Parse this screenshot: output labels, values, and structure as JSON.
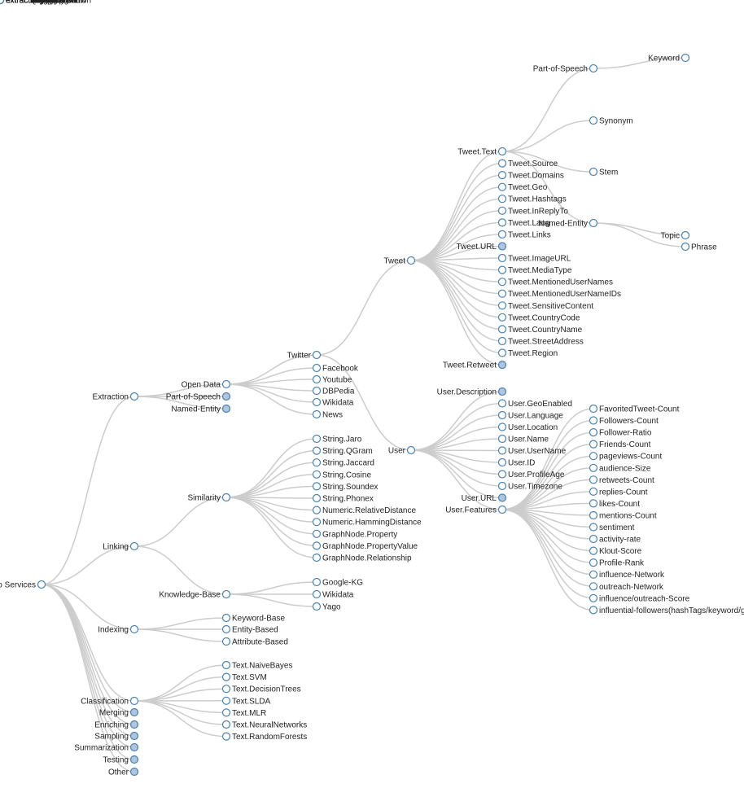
{
  "colors": {
    "link": "#cccccc",
    "node_stroke": "#4682b4",
    "collapsed_fill": "#b0c4de",
    "leaf_fill": "#ffffff"
  },
  "tree": {
    "name": "Micro Services",
    "children": [
      {
        "name": "Extraction",
        "children": [
          {
            "name": "Open Data",
            "children": [
              {
                "name": "Twitter",
                "children": [
                  {
                    "name": "Tweet",
                    "children": [
                      {
                        "name": "Tweet.Text",
                        "children": [
                          {
                            "name": "Part-of-Speech",
                            "children": [
                              {
                                "name": "Keyword",
                                "children": [
                                  {
                                    "name": "extractParagraph"
                                  },
                                  {
                                    "name": "extractSentence"
                                  },
                                  {
                                    "name": "extractVerb"
                                  },
                                  {
                                    "name": "extractNoun"
                                  },
                                  {
                                    "name": "extractAdjective"
                                  },
                                  {
                                    "name": "extractAdverb"
                                  },
                                  {
                                    "name": "extractPhrase"
                                  },
                                  {
                                    "name": "extractConcept"
                                  },
                                  {
                                    "name": "extractQuotation"
                                  }
                                ]
                              }
                            ]
                          },
                          {
                            "name": "Synonym"
                          },
                          {
                            "name": "Stem"
                          },
                          {
                            "name": "Named-Entity",
                            "children": [
                              {
                                "name": "Topic",
                                "children": [
                                  {
                                    "name": "extractPerson"
                                  },
                                  {
                                    "name": "extractCity"
                                  },
                                  {
                                    "name": "extractCompany"
                                  },
                                  {
                                    "name": "extractContinent"
                                  },
                                  {
                                    "name": "extractCountry"
                                  },
                                  {
                                    "name": "extractDrug"
                                  },
                                  {
                                    "name": "extractMovie"
                                  },
                                  {
                                    "name": "extractOrganization"
                                  },
                                  {
                                    "name": "extractProduct"
                                  },
                                  {
                                    "name": "extractRadioProgram"
                                  },
                                  {
                                    "name": "extractRadioStation"
                                  },
                                  {
                                    "name": "extractState"
                                  },
                                  {
                                    "name": "extractTelevisionShow"
                                  },
                                  {
                                    "name": "extractTelevisionStation"
                                  },
                                  {
                                    "name": "extractMoney"
                                  }
                                ]
                              },
                              {
                                "name": "Phrase"
                              }
                            ]
                          }
                        ]
                      },
                      {
                        "name": "Tweet.Source"
                      },
                      {
                        "name": "Tweet.Domains"
                      },
                      {
                        "name": "Tweet.Geo"
                      },
                      {
                        "name": "Tweet.Hashtags"
                      },
                      {
                        "name": "Tweet.InReplyTo"
                      },
                      {
                        "name": "Tweet.Lang"
                      },
                      {
                        "name": "Tweet.Links"
                      },
                      {
                        "name": "Tweet.URL",
                        "collapsed": true
                      },
                      {
                        "name": "Tweet.ImageURL"
                      },
                      {
                        "name": "Tweet.MediaType"
                      },
                      {
                        "name": "Tweet.MentionedUserNames"
                      },
                      {
                        "name": "Tweet.MentionedUserNameIDs"
                      },
                      {
                        "name": "Tweet.SensitiveContent"
                      },
                      {
                        "name": "Tweet.CountryCode"
                      },
                      {
                        "name": "Tweet.CountryName"
                      },
                      {
                        "name": "Tweet.StreetAddress"
                      },
                      {
                        "name": "Tweet.Region"
                      },
                      {
                        "name": "Tweet.Retweet",
                        "collapsed": true
                      }
                    ]
                  },
                  {
                    "name": "User",
                    "children": [
                      {
                        "name": "User.Description",
                        "collapsed": true
                      },
                      {
                        "name": "User.GeoEnabled"
                      },
                      {
                        "name": "User.Language"
                      },
                      {
                        "name": "User.Location"
                      },
                      {
                        "name": "User.Name"
                      },
                      {
                        "name": "User.UserName"
                      },
                      {
                        "name": "User.ID"
                      },
                      {
                        "name": "User.ProfileAge"
                      },
                      {
                        "name": "User.Timezone"
                      },
                      {
                        "name": "User.URL",
                        "collapsed": true
                      },
                      {
                        "name": "User.Features",
                        "children": [
                          {
                            "name": "FavoritedTweet-Count"
                          },
                          {
                            "name": "Followers-Count"
                          },
                          {
                            "name": "Follower-Ratio"
                          },
                          {
                            "name": "Friends-Count"
                          },
                          {
                            "name": "pageviews-Count"
                          },
                          {
                            "name": "audience-Size"
                          },
                          {
                            "name": "retweets-Count"
                          },
                          {
                            "name": "replies-Count"
                          },
                          {
                            "name": "likes-Count"
                          },
                          {
                            "name": "mentions-Count"
                          },
                          {
                            "name": "sentiment"
                          },
                          {
                            "name": "activity-rate"
                          },
                          {
                            "name": "Klout-Score"
                          },
                          {
                            "name": "Profile-Rank"
                          },
                          {
                            "name": "influence-Network"
                          },
                          {
                            "name": "outreach-Network"
                          },
                          {
                            "name": "influence/outreach-Score"
                          },
                          {
                            "name": "influential-followers(hashTags/keyword/geo)"
                          }
                        ]
                      }
                    ]
                  }
                ]
              },
              {
                "name": "Facebook"
              },
              {
                "name": "Youtube"
              },
              {
                "name": "DBPedia"
              },
              {
                "name": "Wikidata"
              },
              {
                "name": "News"
              }
            ]
          },
          {
            "name": "Part-of-Speech",
            "collapsed": true
          },
          {
            "name": "Named-Entity",
            "collapsed": true
          }
        ]
      },
      {
        "name": "Linking",
        "children": [
          {
            "name": "Similarity",
            "children": [
              {
                "name": "String.Jaro"
              },
              {
                "name": "String.QGram"
              },
              {
                "name": "String.Jaccard"
              },
              {
                "name": "String.Cosine"
              },
              {
                "name": "String.Soundex"
              },
              {
                "name": "String.Phonex"
              },
              {
                "name": "Numeric.RelativeDistance"
              },
              {
                "name": "Numeric.HammingDistance"
              },
              {
                "name": "GraphNode.Property"
              },
              {
                "name": "GraphNode.PropertyValue"
              },
              {
                "name": "GraphNode.Relationship"
              }
            ]
          },
          {
            "name": "Knowledge-Base",
            "children": [
              {
                "name": "Google-KG"
              },
              {
                "name": "Wikidata"
              },
              {
                "name": "Yago"
              }
            ]
          }
        ]
      },
      {
        "name": "Indexing",
        "children": [
          {
            "name": "Keyword-Base"
          },
          {
            "name": "Entity-Based"
          },
          {
            "name": "Attribute-Based"
          }
        ]
      },
      {
        "name": "Classification",
        "children": [
          {
            "name": "Text.NaiveBayes"
          },
          {
            "name": "Text.SVM"
          },
          {
            "name": "Text.DecisionTrees"
          },
          {
            "name": "Text.SLDA"
          },
          {
            "name": "Text.MLR"
          },
          {
            "name": "Text.NeuralNetworks"
          },
          {
            "name": "Text.RandomForests"
          }
        ]
      },
      {
        "name": "Merging",
        "collapsed": true
      },
      {
        "name": "Enriching",
        "collapsed": true
      },
      {
        "name": "Sampling",
        "collapsed": true
      },
      {
        "name": "Summarization",
        "collapsed": true
      },
      {
        "name": "Testing",
        "collapsed": true
      },
      {
        "name": "Other",
        "collapsed": true
      }
    ]
  }
}
